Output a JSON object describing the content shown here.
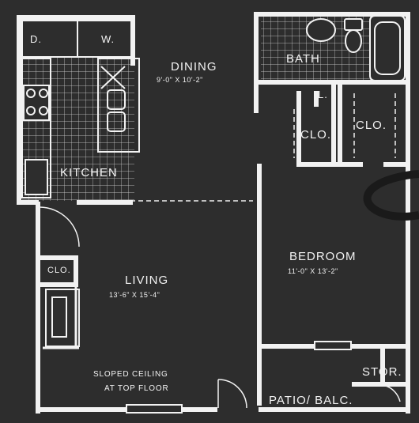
{
  "rooms": {
    "dining": {
      "name": "DINING",
      "dimensions": "9'-0\" X 10'-2\""
    },
    "living": {
      "name": "LIVING",
      "dimensions": "13'-6\" X 15'-4\""
    },
    "bedroom": {
      "name": "BEDROOM",
      "dimensions": "11'-0\" X 13'-2\""
    },
    "kitchen": {
      "name": "KITCHEN"
    },
    "bath": {
      "name": "BATH"
    },
    "patio": {
      "name": "PATIO/ BALC."
    },
    "storage": {
      "name": "STOR."
    }
  },
  "closets": {
    "bedroom_closet_1": "CLO.",
    "bedroom_closet_2": "CLO.",
    "living_closet": "CLO.",
    "linen": "L."
  },
  "appliances": {
    "dryer": "D.",
    "washer": "W."
  },
  "notes": {
    "ceiling_line1": "SLOPED CEILING",
    "ceiling_line2": "AT TOP FLOOR"
  },
  "colors": {
    "background": "#2d2d2d",
    "walls": "#f2f2f2"
  }
}
